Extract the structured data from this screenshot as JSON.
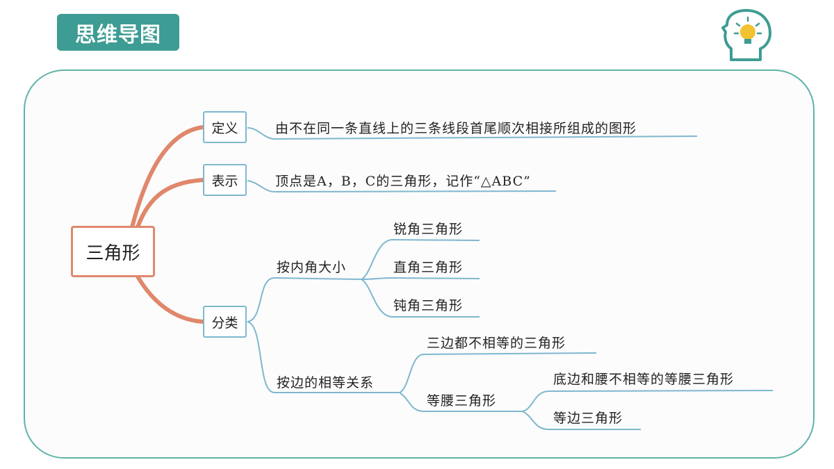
{
  "header": {
    "title": "思维导图",
    "icon": "head-lightbulb-icon",
    "accent_color": "#3d9c93"
  },
  "mindmap": {
    "root": "三角形",
    "branches": {
      "definition": {
        "label": "定义",
        "text": "由不在同一条直线上的三条线段首尾顺次相接所组成的图形"
      },
      "notation": {
        "label": "表示",
        "text": "顶点是A，B，C的三角形，记作“△ABC”"
      },
      "classification": {
        "label": "分类",
        "by_angle": {
          "label": "按内角大小",
          "items": [
            "锐角三角形",
            "直角三角形",
            "钝角三角形"
          ]
        },
        "by_side": {
          "label": "按边的相等关系",
          "scalene": "三边都不相等的三角形",
          "isosceles": {
            "label": "等腰三角形",
            "items": [
              "底边和腰不相等的等腰三角形",
              "等边三角形"
            ]
          }
        }
      }
    },
    "colors": {
      "root_branch": "#e0876c",
      "line": "#7fb7cf"
    }
  }
}
